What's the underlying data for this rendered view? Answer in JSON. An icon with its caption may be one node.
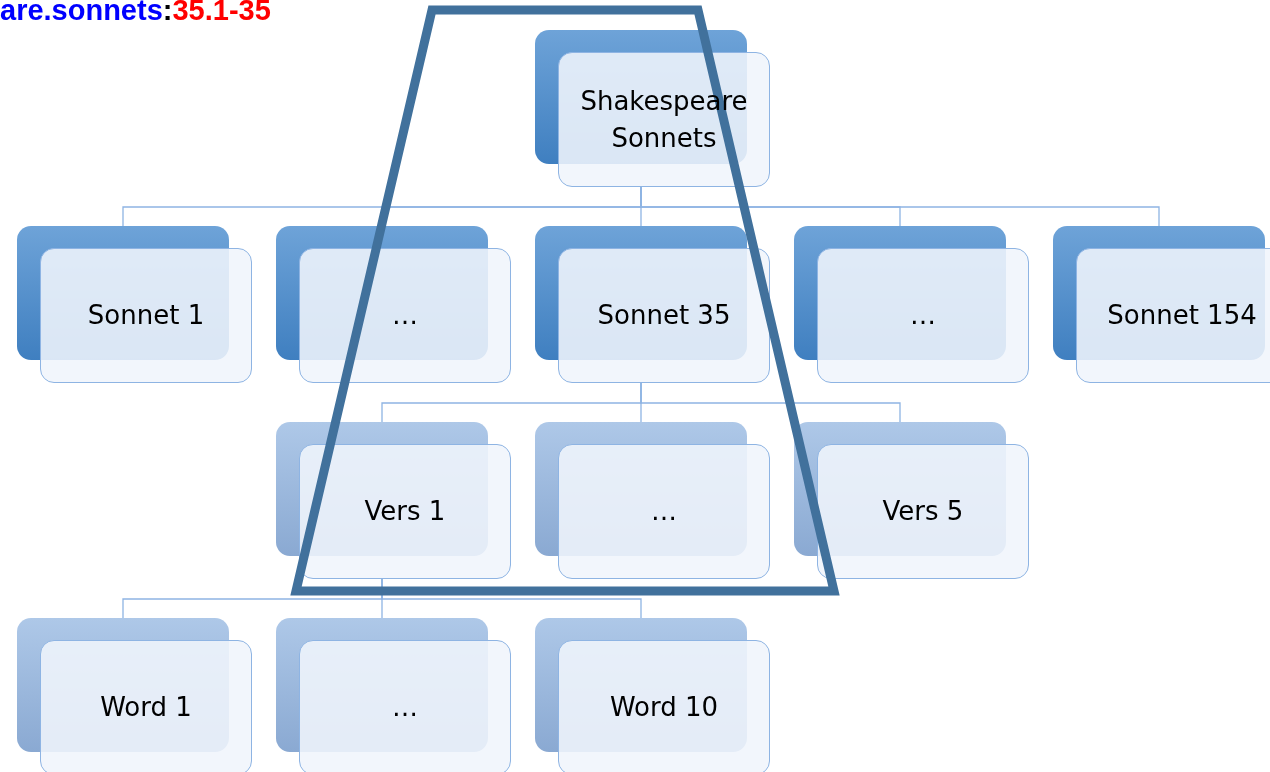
{
  "diagram": {
    "nodes": [
      {
        "text": [
          "Shakespeare Sonnets"
        ]
      },
      {
        "text": [
          "Sonnet 1"
        ]
      },
      {
        "text": [
          "…"
        ]
      },
      {
        "text": [
          "Sonnet 35"
        ]
      },
      {
        "text": [
          "…"
        ]
      },
      {
        "text": [
          "Sonnet 154"
        ]
      },
      {
        "text": [
          "Vers 1"
        ]
      },
      {
        "text": [
          "…"
        ]
      },
      {
        "text": [
          "Vers 5"
        ]
      },
      {
        "text": [
          "Word 1"
        ]
      },
      {
        "text": [
          "…"
        ]
      },
      {
        "text": [
          "Word 10"
        ]
      }
    ],
    "edges": [
      {
        "from": 0,
        "to": 1,
        "arrow": "none"
      },
      {
        "from": 0,
        "to": 2,
        "arrow": "none"
      },
      {
        "from": 0,
        "to": 3,
        "arrow": "none"
      },
      {
        "from": 0,
        "to": 4,
        "arrow": "none"
      },
      {
        "from": 0,
        "to": 5,
        "arrow": "none"
      },
      {
        "from": 3,
        "to": 6,
        "arrow": "none"
      },
      {
        "from": 3,
        "to": 7,
        "arrow": "none"
      },
      {
        "from": 3,
        "to": 8,
        "arrow": "none"
      },
      {
        "from": 6,
        "to": 9,
        "arrow": "none"
      },
      {
        "from": 6,
        "to": 10,
        "arrow": "none"
      },
      {
        "from": 6,
        "to": 11,
        "arrow": "none"
      }
    ],
    "labels": [
      "are.sonnets",
      ":",
      "35.1-35"
    ]
  }
}
